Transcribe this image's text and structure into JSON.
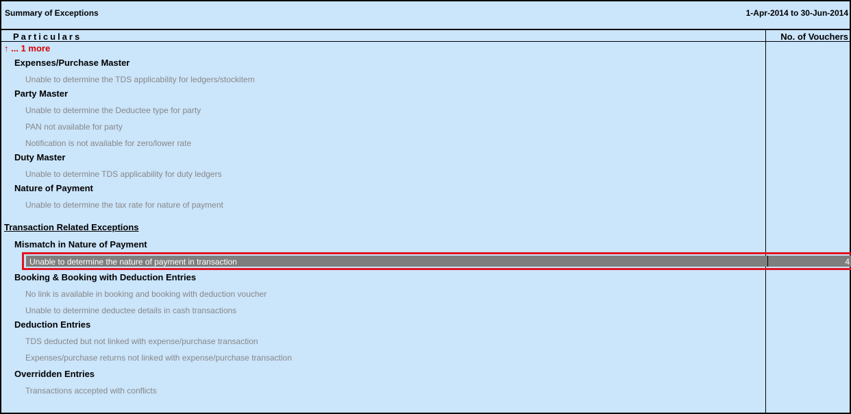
{
  "report": {
    "title": "Summary of Exceptions",
    "period": "1-Apr-2014 to 30-Jun-2014"
  },
  "columns": {
    "particulars": "Particulars",
    "vouchers": "No. of Vouchers"
  },
  "more_indicator": "↑ ... 1 more",
  "groups": {
    "expenses": "Expenses/Purchase Master",
    "party": "Party Master",
    "duty": "Duty Master",
    "nature": "Nature of Payment",
    "mismatch": "Mismatch in Nature of Payment",
    "booking": "Booking & Booking with Deduction Entries",
    "deduction": "Deduction Entries",
    "overridden": "Overridden Entries"
  },
  "items": {
    "expenses_tds": "Unable to determine the TDS applicability for ledgers/stockitem",
    "party_deductee": "Unable to determine the Deductee type for party",
    "party_pan": "PAN not available for party",
    "party_notification": "Notification is not available for zero/lower rate",
    "duty_tds": "Unable to determine TDS applicability for duty ledgers",
    "nature_taxrate": "Unable to determine the tax rate for nature of payment",
    "mismatch_nature": "Unable to determine the nature of payment in transaction",
    "booking_nolink": "No link is available in booking and booking with deduction voucher",
    "booking_cash": "Unable to determine deductee details in cash transactions",
    "deduction_tds": "TDS deducted but not linked with expense/purchase transaction",
    "deduction_returns": "Expenses/purchase returns not linked with expense/purchase transaction",
    "overridden_conflicts": "Transactions accepted with conflicts"
  },
  "sections": {
    "transaction": "Transaction Related Exceptions"
  },
  "counts": {
    "mismatch_nature": "4"
  },
  "colors": {
    "background": "#cbe5fb",
    "highlight_fill": "#7e7e7e",
    "highlight_border": "#e0141e",
    "more_indicator": "#d80000",
    "item_text": "#878787"
  }
}
